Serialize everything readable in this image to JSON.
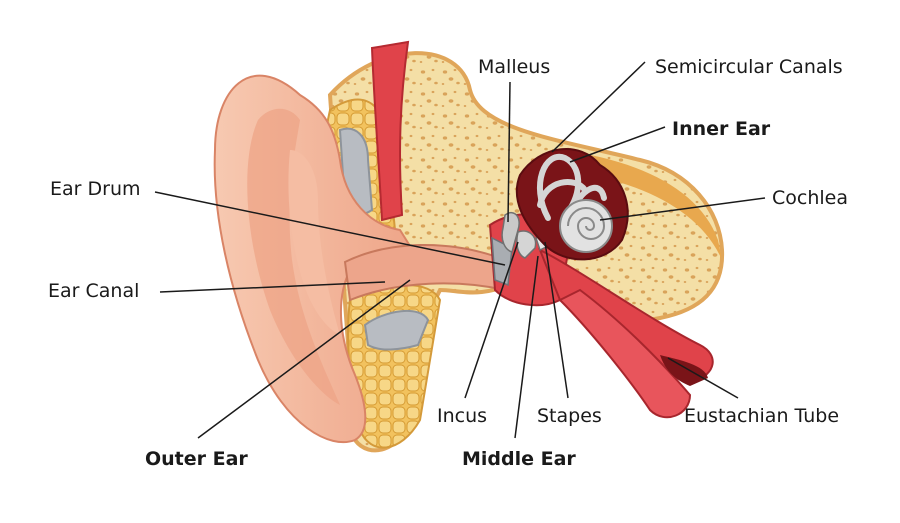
{
  "labels": {
    "malleus": "Malleus",
    "semicircular_canals": "Semicircular Canals",
    "inner_ear": "Inner Ear",
    "cochlea": "Cochlea",
    "ear_drum": "Ear Drum",
    "ear_canal": "Ear Canal",
    "outer_ear": "Outer Ear",
    "incus": "Incus",
    "stapes": "Stapes",
    "middle_ear": "Middle Ear",
    "eustachian_tube": "Eustachian Tube"
  },
  "colors": {
    "skin": "#f2b49a",
    "skin_dark": "#e08e72",
    "bone": "#f4dfa6",
    "bone_dark": "#e4b66a",
    "cartilage": "#b8bcc2",
    "muscle": "#e0434a",
    "inner": "#7a1418",
    "leader_line": "#1a1a1a"
  }
}
